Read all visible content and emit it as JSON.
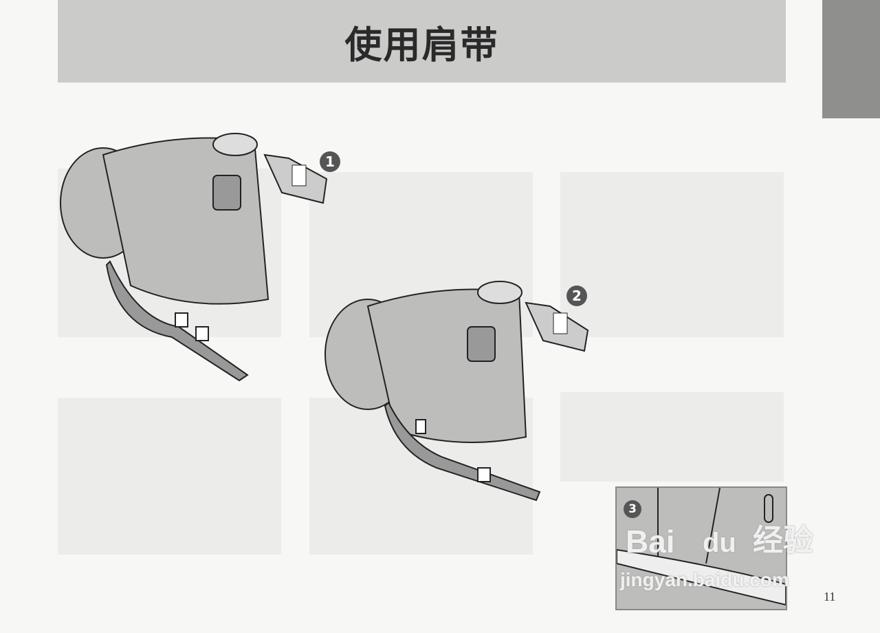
{
  "page": {
    "title": "使用肩带",
    "page_number": "11",
    "steps": [
      "1",
      "2",
      "3"
    ],
    "watermark": {
      "brand": "Baidu",
      "brand_part1": "Bai",
      "brand_part2": "du",
      "product": "经验",
      "url": "jingyan.baidu.com"
    },
    "colors": {
      "banner": "#cbcbc9",
      "tab": "#8f8f8d",
      "badge": "#555555"
    }
  }
}
